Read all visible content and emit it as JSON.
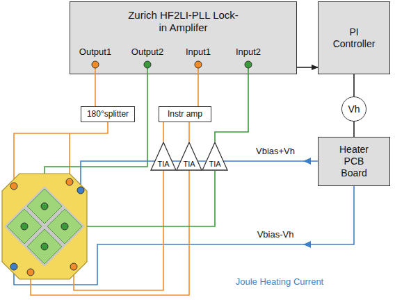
{
  "diagram": {
    "nodes": [
      {
        "text": [
          "Zurich HF2LI-PLL Lock-in Amplifer"
        ]
      },
      {
        "text": [
          "PI Controller"
        ]
      },
      {
        "text": [
          "Vh"
        ]
      },
      {
        "text": [
          "Heater PCB Board"
        ]
      },
      {
        "text": [
          "180°splitter"
        ]
      },
      {
        "text": [
          "Instr amp"
        ]
      },
      {
        "text": [
          "TIA"
        ]
      },
      {
        "text": [
          "TIA"
        ]
      },
      {
        "text": [
          "TIA"
        ]
      }
    ],
    "edges": [
      {
        "from": 0,
        "to": 1,
        "arrow": "to"
      },
      {
        "from": 1,
        "to": 2,
        "arrow": "none"
      },
      {
        "from": 2,
        "to": 3,
        "arrow": "none"
      },
      {
        "from": 0,
        "to": 4,
        "arrow": "none"
      },
      {
        "from": 5,
        "to": 0,
        "arrow": "none"
      },
      {
        "from": 6,
        "to": 5,
        "arrow": "none"
      },
      {
        "from": 7,
        "to": 5,
        "arrow": "none"
      },
      {
        "from": 8,
        "to": 0,
        "arrow": "none"
      }
    ],
    "labels": [
      "Output1",
      "Output2",
      "Input1",
      "Input2",
      "Vbias+Vh",
      "Vbias-Vh",
      "Joule Heating Current"
    ]
  }
}
